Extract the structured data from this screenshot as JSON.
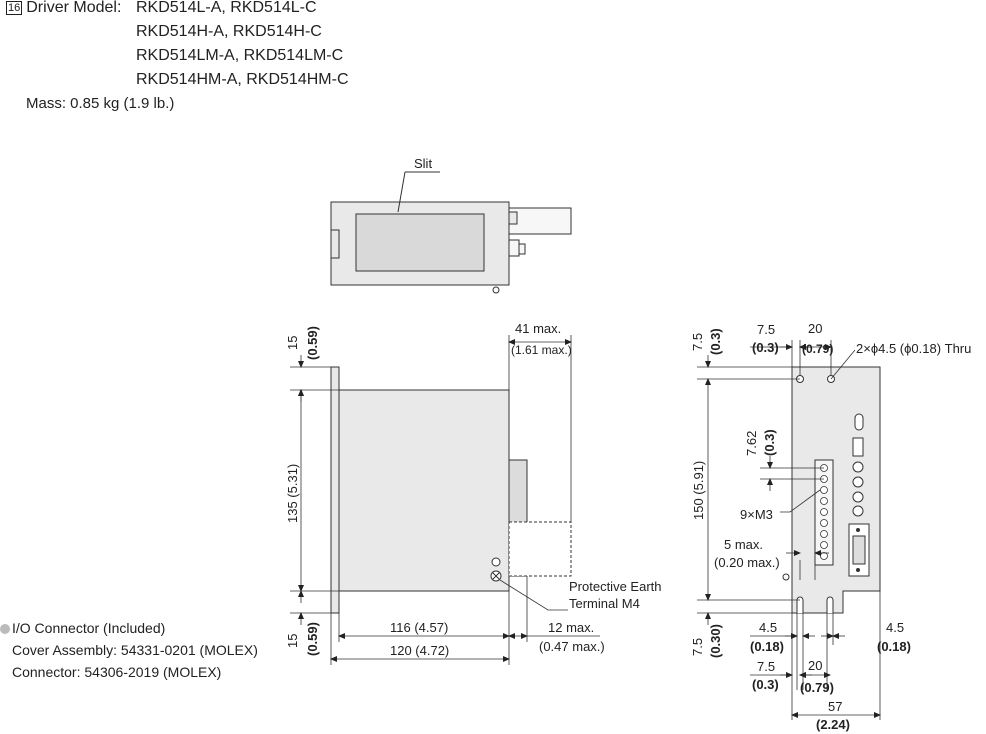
{
  "header": {
    "badge": "16",
    "label": "Driver Model:",
    "models": [
      "RKD514L-A, RKD514L-C",
      "RKD514H-A, RKD514H-C",
      "RKD514LM-A, RKD514LM-C",
      "RKD514HM-A, RKD514HM-C"
    ],
    "mass": "Mass: 0.85 kg (1.9 lb.)"
  },
  "io_note": {
    "title": "I/O Connector (Included)",
    "cover": "Cover Assembly: 54331-0201 (MOLEX)",
    "connector": "Connector: 54306-2019 (MOLEX)"
  },
  "top_view": {
    "slit": "Slit"
  },
  "side_view": {
    "d15_top": "15",
    "d15_top_in": "(0.59)",
    "d135": "135 (5.31)",
    "d15_bot": "15",
    "d15_bot_in": "(0.59)",
    "d41": "41 max.",
    "d41_in": "(1.61 max.)",
    "d116": "116 (4.57)",
    "d120": "120 (4.72)",
    "d12": "12 max.",
    "d12_in": "(0.47 max.)",
    "pe1": "Protective Earth",
    "pe2": "Terminal M4"
  },
  "front_view": {
    "d7_5_top": "7.5",
    "d7_5_top_in": "(0.3)",
    "d7_5_h": "7.5",
    "d7_5_h_in": "(0.3)",
    "d20_top": "20",
    "d20_top_in": "(0.79)",
    "hole": "2×ϕ4.5 (ϕ0.18) Thru",
    "d7_62": "7.62",
    "d7_62_in": "(0.3)",
    "d150": "150 (5.91)",
    "m3": "9×M3",
    "d5": "5 max.",
    "d5_in": "(0.20 max.)",
    "d7_5_bot": "7.5",
    "d7_5_bot_in": "(0.30)",
    "d4_5_l": "4.5",
    "d4_5_l_in": "(0.18)",
    "d4_5_r": "4.5",
    "d4_5_r_in": "(0.18)",
    "d7_5_b": "7.5",
    "d7_5_b_in": "(0.3)",
    "d20_b": "20",
    "d20_b_in": "(0.79)",
    "d57": "57",
    "d57_in": "(2.24)"
  }
}
